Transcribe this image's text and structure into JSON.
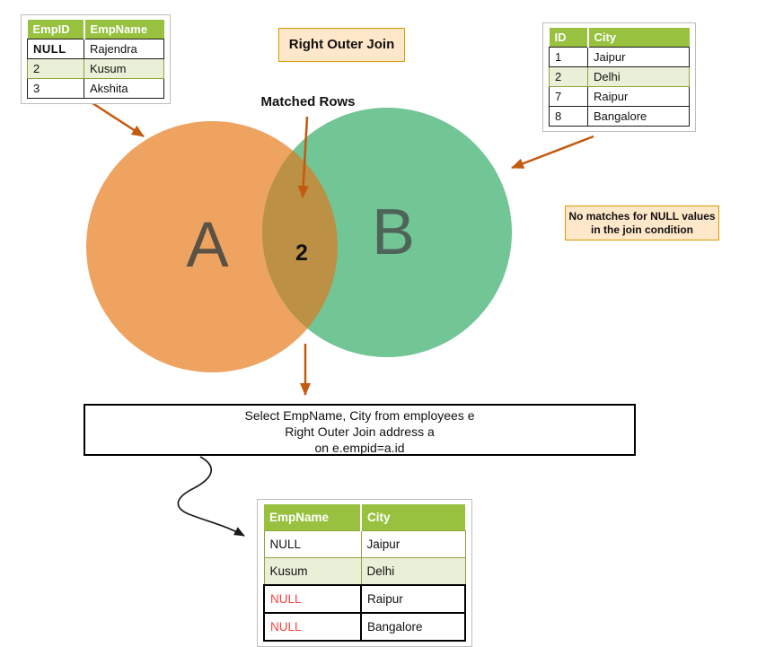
{
  "title_box": {
    "label": "Right Outer Join"
  },
  "matched_rows_label": "Matched Rows",
  "venn": {
    "left_label": "A",
    "right_label": "B",
    "intersection_count": "2",
    "colors": {
      "left_circle": "#EFA360",
      "right_circle": "#72C595",
      "overlap": "#BC9045"
    }
  },
  "note_box": {
    "line1": "No matches for NULL values",
    "line2": "in the join condition"
  },
  "employee_table": {
    "headers": [
      "EmpID",
      "EmpName"
    ],
    "rows": [
      [
        "NULL",
        "Rajendra"
      ],
      [
        "2",
        "Kusum"
      ],
      [
        "3",
        "Akshita"
      ]
    ]
  },
  "address_table": {
    "headers": [
      "ID",
      "City"
    ],
    "rows": [
      [
        "1",
        "Jaipur"
      ],
      [
        "2",
        "Delhi"
      ],
      [
        "7",
        "Raipur"
      ],
      [
        "8",
        "Bangalore"
      ]
    ]
  },
  "sql_box": {
    "line1": "Select EmpName, City from employees e",
    "line2": "Right Outer Join address a",
    "line3": "on e.empid=a.id"
  },
  "result_table": {
    "headers": [
      "EmpName",
      "City"
    ],
    "rows": [
      [
        "NULL",
        "Jaipur"
      ],
      [
        "Kusum",
        "Delhi"
      ],
      [
        "NULL",
        "Raipur"
      ],
      [
        "NULL",
        "Bangalore"
      ]
    ]
  },
  "colors": {
    "table_header_green": "#97C13E",
    "row_alt_green": "#EAF0D8",
    "row_green_border": "#8FA33C",
    "callout_fill": "#FFE7C9",
    "callout_border": "#D79B00",
    "arrow_orange": "#C45A11",
    "null_red": "#F84040"
  }
}
